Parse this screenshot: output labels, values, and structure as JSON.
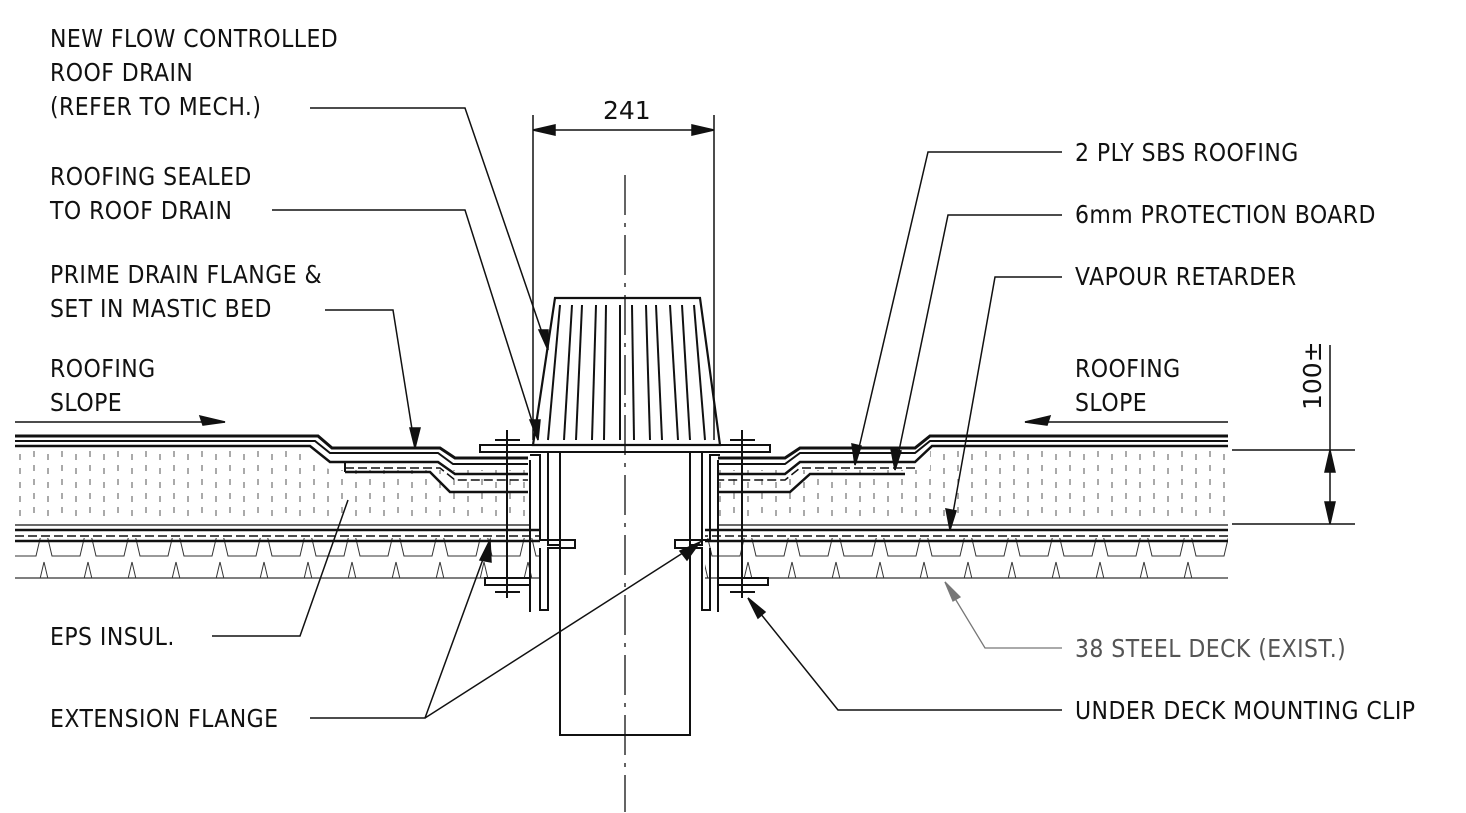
{
  "labels": {
    "new_drain": [
      "NEW FLOW CONTROLLED",
      "ROOF DRAIN",
      "(REFER TO MECH.)"
    ],
    "roofing_sealed": [
      "ROOFING SEALED",
      "TO ROOF DRAIN"
    ],
    "prime_flange": [
      "PRIME DRAIN FLANGE &",
      "SET IN MASTIC BED"
    ],
    "roofing_slope_left": [
      "ROOFING",
      "SLOPE"
    ],
    "roofing_slope_right": [
      "ROOFING",
      "SLOPE"
    ],
    "sbs_roofing": "2 PLY SBS ROOFING",
    "protection_board": "6mm PROTECTION BOARD",
    "vapour_retarder": "VAPOUR RETARDER",
    "eps_insul": "EPS INSUL.",
    "extension_flange": "EXTENSION FLANGE",
    "steel_deck": "38 STEEL DECK (EXIST.)",
    "mounting_clip": "UNDER DECK MOUNTING CLIP"
  },
  "dimensions": {
    "drain_width": "241",
    "insulation_depth": "100±"
  }
}
